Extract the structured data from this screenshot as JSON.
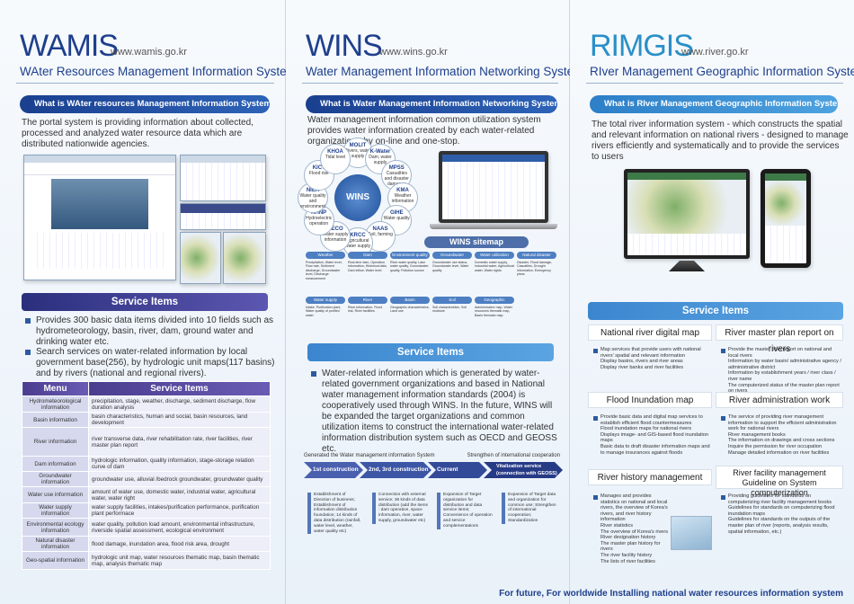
{
  "wamis": {
    "brand": "WAMIS",
    "url": "www.wamis.go.kr",
    "subtitle": "WAter Resources Management Information System",
    "what_title": "What is WAter resources Management Information System(WAMIS)?",
    "description": "The portal system is providing information about collected, processed and analyzed  water resource data which are distributed nationwide agencies.",
    "service_title": "Service Items",
    "bullets": [
      "Provides 300 basic data items divided into 10 fields such as hydrometeorology, basin, river, dam, ground water and drinking water etc.",
      "Search services on water-related information by local government base(256), by hydrologic unit maps(117 basins) and by rivers (national and regional rivers)."
    ],
    "table_headers": [
      "Menu",
      "Service Items"
    ],
    "table_rows": [
      [
        "Hydrometeorological information",
        "precipitation, stage, weather, discharge, sediment discharge, flow duration analysis"
      ],
      [
        "Basin information",
        "basin characteristics, human and social, basin resources, land development"
      ],
      [
        "River information",
        "river transverse data, river rehabilitation rate, river facilities, river master plan report"
      ],
      [
        "Dam information",
        "hydrologic information, quality information, stage-storage relation curve of dam"
      ],
      [
        "Groundwater information",
        "groundwater use, alluvial /bedrock groundwater, groundwater quality"
      ],
      [
        "Water use information",
        "amount of water use, domestic water, industrial water, agricultural water, water right"
      ],
      [
        "Water supply information",
        "water supply facilities, intakes/purification performance, purification plant performace"
      ],
      [
        "Environmental ecology information",
        "water quality, pollution load amount, environmental infrastructure, riverside spatial assessment, ecological environment"
      ],
      [
        "Natural disaster information",
        "flood damage, inundation area, flood risk area, drought"
      ],
      [
        "Geo-spatial information",
        "hydrologic unit map, water resources thematic map, basin thematic map, analysis thematic map"
      ]
    ]
  },
  "wins": {
    "brand": "WINS",
    "url": "www.wins.go.kr",
    "subtitle": "Water Management Information Networking System",
    "what_title": "What is Water Management Information Networking System(WINS)?",
    "description": "Water management information common utilization system provides water information created by each water-related organizations by on-line and one-stop.",
    "hub_label": "WINS",
    "nodes": [
      {
        "code": "MOLIT",
        "text": "Rivers, water supply"
      },
      {
        "code": "K-Water",
        "text": "Dam, water supply"
      },
      {
        "code": "MPSS",
        "text": "Casualties and disaster damages"
      },
      {
        "code": "KMA",
        "text": "Weather information"
      },
      {
        "code": "GIHE",
        "text": "Water quality"
      },
      {
        "code": "NAAS",
        "text": "Soil, farming"
      },
      {
        "code": "KRCC",
        "text": "Agricultural water supply"
      },
      {
        "code": "KECO",
        "text": "Water supply information"
      },
      {
        "code": "KHNP",
        "text": "Hydroelectric operation"
      },
      {
        "code": "NIER",
        "text": "Water quality and environment"
      },
      {
        "code": "KICT",
        "text": "Flood risk"
      },
      {
        "code": "KHOA",
        "text": "Tidal level"
      }
    ],
    "sitemap_title": "WINS sitemap",
    "sitemap_cols": [
      {
        "head": "Weather",
        "items": "Precipitation, Water level, Flow rate, Sediment discharge, Groundwater level, Discharge measurement"
      },
      {
        "head": "Dam",
        "items": "Real-time dam, Operation information, Historical data, Dam inflow, Water level"
      },
      {
        "head": "Environment quality",
        "items": "River water quality, Lake water quality, Groundwater quality, Pollution source"
      },
      {
        "head": "Groundwater",
        "items": "Groundwater use status, Groundwater level, Water quality"
      },
      {
        "head": "Water utilization",
        "items": "Domestic water supply, Industrial water, Agricultural water, Water rights"
      },
      {
        "head": "Natural disaster",
        "items": "Disaster, Flood damage, Casualties, Drought information, Emergency plans"
      }
    ],
    "sitemap_cols2": [
      {
        "head": "Water supply",
        "items": "Intake, Purification plant, Water quality of purified water"
      },
      {
        "head": "River",
        "items": "River information, Flood risk, River facilities"
      },
      {
        "head": "Basin",
        "items": "Geographic characteristics, Land use"
      },
      {
        "head": "Soil",
        "items": "Soil characteristics, Soil moisture"
      },
      {
        "head": "Geographic information",
        "items": "Administrative map, Water resources thematic map, Basin thematic map"
      }
    ],
    "service_title": "Service Items",
    "service_text": "Water-related information which is generated by water-related government organizations and based in National water management information standards (2004) is cooperatively used through WINS. In the future, WINS will be expanded the target organizations and common utilization items to construct the international water-related information distribution system such as OECD and GEOSS  etc.",
    "timeline_left": "Generated the Water management information System",
    "timeline_right": "Strengthen of international cooperation",
    "stages": [
      "1st construction",
      "2nd, 3rd construction",
      "Current",
      "Vitalization service (connection with GEOSS)"
    ],
    "stage_details": [
      "Establishment of Direction of business; Establishment of information distribution foundation; 14 kinds of data distribution (rainfall, water level, weather, water quality etc)",
      "Connection with external service; 36 kinds of data distribution (add the items : dam operation, space information, river, water supply, groundwater etc)",
      "Expansion of Target organization for distribution and data service items; Convenience of operation and service complementations",
      "Expansion of Target data and organization for common use; Strengthen of international cooperation; Standardization"
    ]
  },
  "rimgis": {
    "brand": "RIMGIS",
    "url": "www.river.go.kr",
    "subtitle": "RIver Management Geographic Information System",
    "what_title": "What is RIver Management Geographic Information System(RIMGIS)?",
    "description": "The total river information system - which constructs the spatial and relevant information on national rivers - designed to manage rivers efficiently and systematically  and to provide the services to users",
    "service_title": "Service Items",
    "cells": [
      {
        "title": "National river digital map",
        "text": "Map services that provide users with national rivers' spatial and relevant information",
        "list": [
          "Display basins, rivers and river areas",
          "Display river banks and river facilities"
        ]
      },
      {
        "title": "River master plan report on rivers",
        "text": "Provide the master plan report on national and local rivers",
        "list": [
          "Information by water basin/ administrative agency / administrative district",
          "Information by establishment years / river class / river name",
          "The computerized status of the master plan report on rivers"
        ]
      },
      {
        "title": "Flood Inundation map",
        "text": "Provide basic data and digital map services to establish efficient flood countermeasures",
        "list": [
          "Flood inundation maps for national rivers",
          "Displays image- and GIS-based flood inundation maps",
          "Basic data to draft disaster information maps and to manage insurances against floods"
        ]
      },
      {
        "title": "River administration work",
        "text": "The service of providing river management information to support the efficient administration work for national rivers",
        "list": [
          "River management books",
          "The information on drawings and cross sections",
          "Inquire the permission for river occupation",
          "Manage detailed information on river facilities"
        ]
      },
      {
        "title": "River history management",
        "text": "Manages and provides statistics on national and local rivers, the overview of Korea's rivers, and river history information",
        "list": [
          "River statistics",
          "The overview of Korea's rivers",
          "River designation history",
          "The master plan history for rivers",
          "The river facility history",
          "The lists of river facilities"
        ]
      },
      {
        "title": "River facility management Guideline on System computerization",
        "text": "Providing guidelines for standards on computerizing river facility management books",
        "list": [
          "Guidelines for standards on computerizing flood inundation maps",
          "Guidelines for standards on the outputs of the master plan of river (reports, analysis results, spatial information, etc.)"
        ]
      }
    ]
  },
  "footer": "For future, For worldwide Installing national water resources information system"
}
